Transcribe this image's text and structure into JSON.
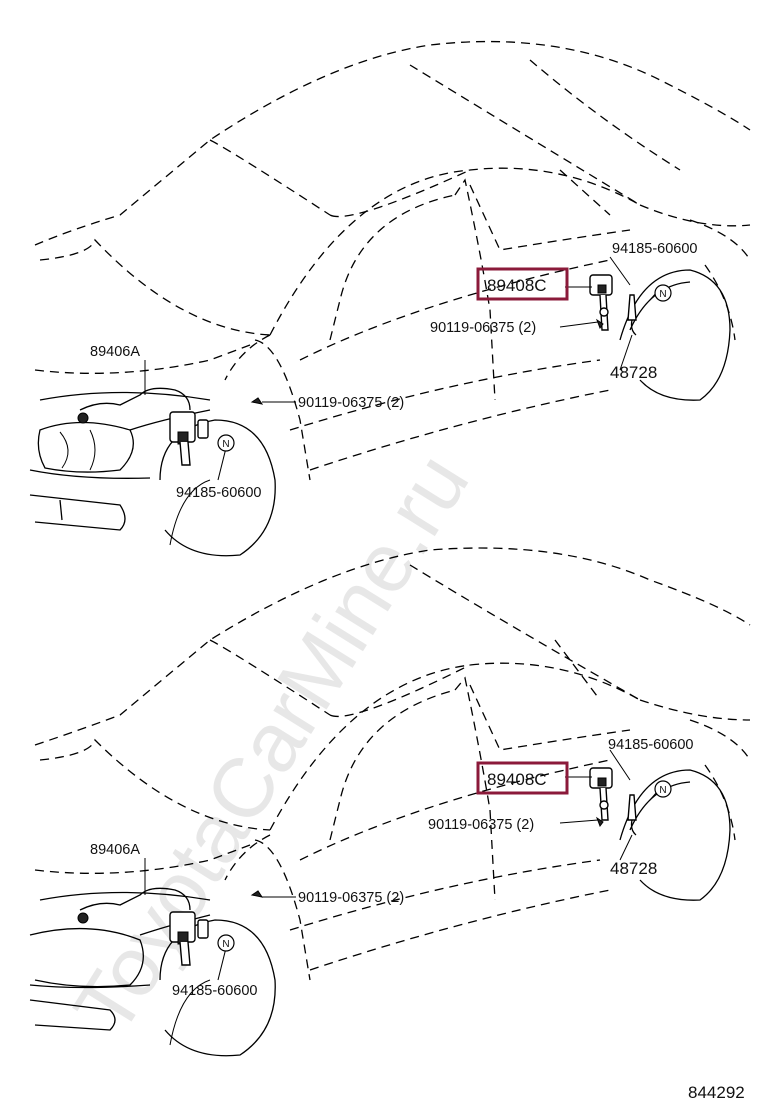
{
  "watermark": "ToyotaCarMine.ru",
  "figure_id": "844292",
  "top_view": {
    "callouts": {
      "sensor_front": "89406A",
      "sensor_rear": "89408C",
      "bolt_front": "90119-06375 (2)",
      "bolt_rear": "90119-06375 (2)",
      "nut_front": "94185-60600",
      "nut_rear": "94185-60600",
      "link_rear": "48728",
      "nut_marker_front": "N",
      "nut_marker_rear": "N"
    }
  },
  "bottom_view": {
    "callouts": {
      "sensor_front": "89406A",
      "sensor_rear": "89408C",
      "bolt_front": "90119-06375 (2)",
      "bolt_rear": "90119-06375 (2)",
      "nut_front": "94185-60600",
      "nut_rear": "94185-60600",
      "link_rear": "48728",
      "nut_marker_front": "N",
      "nut_marker_rear": "N"
    }
  },
  "colors": {
    "highlight": "#8b1a3a",
    "line": "#000000",
    "watermark": "#bdbdbd"
  }
}
